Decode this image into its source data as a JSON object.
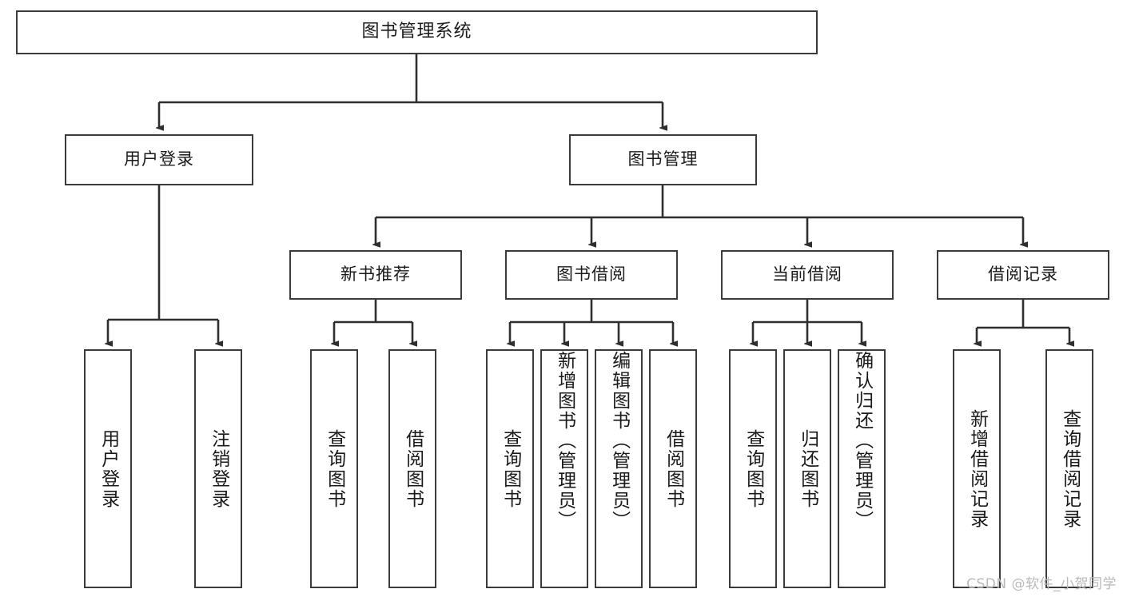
{
  "diagram": {
    "title": "图书管理系统",
    "type": "tree-hierarchy",
    "root": {
      "label": "图书管理系统"
    },
    "level2": [
      {
        "label": "用户登录"
      },
      {
        "label": "图书管理"
      }
    ],
    "level3": [
      {
        "label": "新书推荐"
      },
      {
        "label": "图书借阅"
      },
      {
        "label": "当前借阅"
      },
      {
        "label": "借阅记录"
      }
    ],
    "leaves": {
      "user_login": [
        {
          "label": "用户登录"
        },
        {
          "label": "注销登录"
        }
      ],
      "new_book_recommend": [
        {
          "label": "查询图书"
        },
        {
          "label": "借阅图书"
        }
      ],
      "book_borrow": [
        {
          "label": "查询图书"
        },
        {
          "label": "新增图书（管理员）"
        },
        {
          "label": "编辑图书（管理员）"
        },
        {
          "label": "借阅图书"
        }
      ],
      "current_borrow": [
        {
          "label": "查询图书"
        },
        {
          "label": "归还图书"
        },
        {
          "label": "确认归还（管理员）"
        }
      ],
      "borrow_record": [
        {
          "label": "新增借阅记录"
        },
        {
          "label": "查询借阅记录"
        }
      ]
    }
  },
  "watermark": {
    "text": "CSDN @软件_小贺同学"
  },
  "colors": {
    "box_border": "#3b3b3b",
    "box_fill": "#ffffff",
    "text": "#1a1a1a",
    "edge": "#2e2e2e",
    "watermark": "#b9b9b9"
  }
}
